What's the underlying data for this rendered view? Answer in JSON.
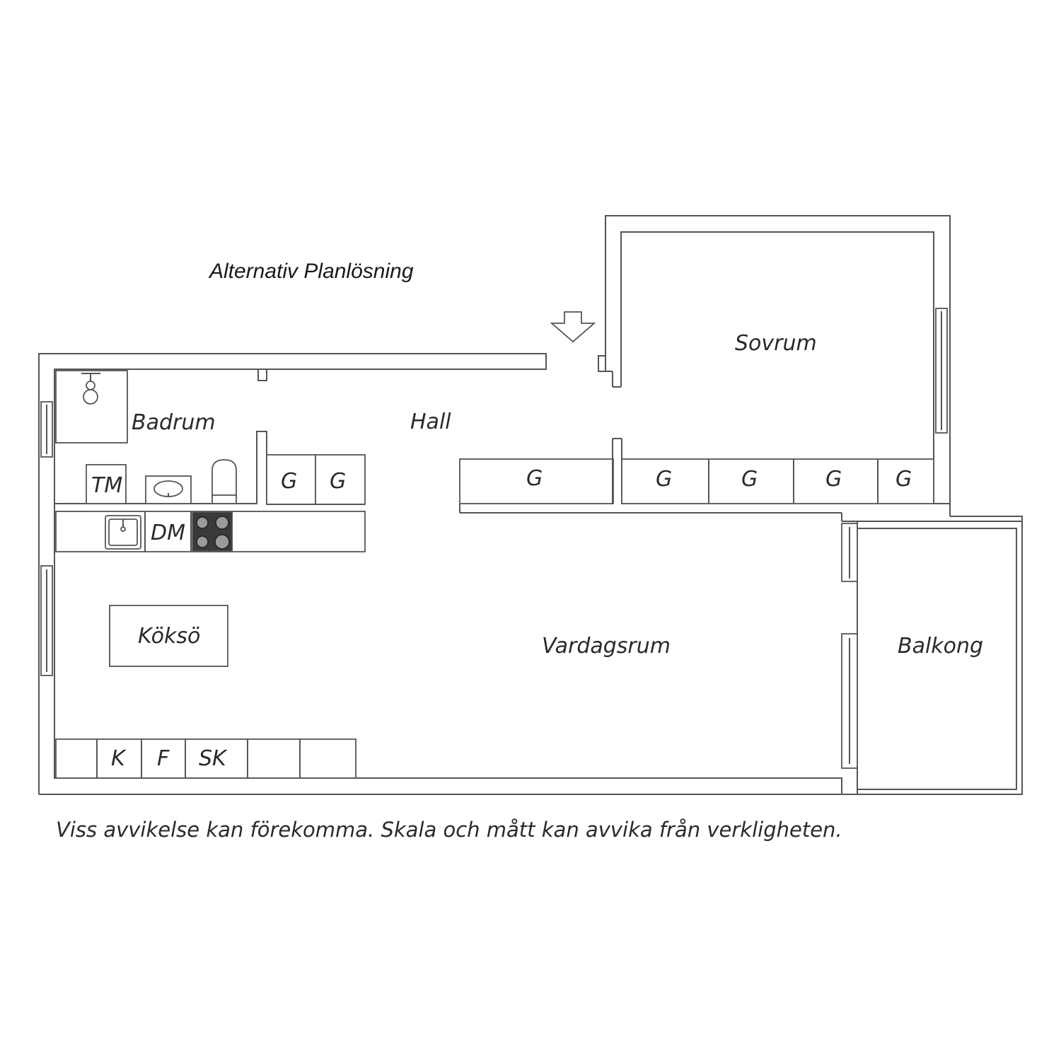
{
  "title": "Alternativ Planlösning",
  "rooms": {
    "sovrum": "Sovrum",
    "badrum": "Badrum",
    "hall": "Hall",
    "koksö": "Köksö",
    "vardagsrum": "Vardagsrum",
    "balkong": "Balkong"
  },
  "fixtures": {
    "tm": "TM",
    "dm": "DM",
    "k": "K",
    "f": "F",
    "sk": "SK"
  },
  "closets": [
    "G",
    "G",
    "G",
    "G",
    "G",
    "G",
    "G"
  ],
  "disclaimer": "Viss avvikelse kan förekomma. Skala och mått kan avvika från verkligheten.",
  "colors": {
    "line": "#555555",
    "background": "#ffffff",
    "stove": "#3a3a3a"
  },
  "icons": [
    "entrance-arrow-icon",
    "shower-icon",
    "washbasin-icon",
    "toilet-icon",
    "sink-icon",
    "stove-icon"
  ]
}
